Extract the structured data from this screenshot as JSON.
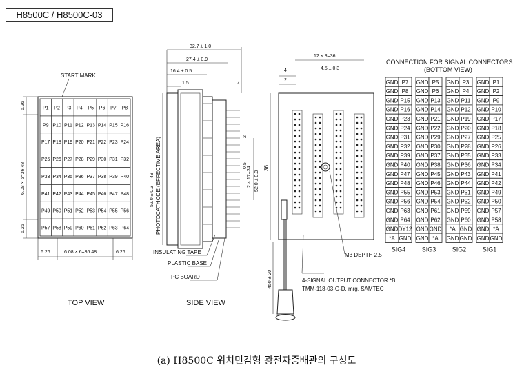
{
  "title": "H8500C / H8500C-03",
  "top_view": {
    "start_mark": "START MARK",
    "pixels": [
      [
        "P1",
        "P2",
        "P3",
        "P4",
        "P5",
        "P6",
        "P7",
        "P8"
      ],
      [
        "P9",
        "P10",
        "P11",
        "P12",
        "P13",
        "P14",
        "P15",
        "P16"
      ],
      [
        "P17",
        "P18",
        "P19",
        "P20",
        "P21",
        "P22",
        "P23",
        "P24"
      ],
      [
        "P25",
        "P26",
        "P27",
        "P28",
        "P29",
        "P30",
        "P31",
        "P32"
      ],
      [
        "P33",
        "P34",
        "P35",
        "P36",
        "P37",
        "P38",
        "P39",
        "P40"
      ],
      [
        "P41",
        "P42",
        "P43",
        "P44",
        "P45",
        "P46",
        "P47",
        "P48"
      ],
      [
        "P49",
        "P50",
        "P51",
        "P52",
        "P53",
        "P54",
        "P55",
        "P56"
      ],
      [
        "P57",
        "P58",
        "P59",
        "P60",
        "P61",
        "P62",
        "P63",
        "P64"
      ]
    ],
    "dim_left_top": "6.26",
    "dim_left_mid": "6.08 × 6=36.48",
    "dim_left_bot": "6.26",
    "dim_bottom_left": "6.26",
    "dim_bottom_mid": "6.08 × 6=36.48",
    "dim_bottom_right": "6.26",
    "label": "TOP VIEW"
  },
  "side_view": {
    "dim_total": "32.7 ± 1.0",
    "dim_mid": "27.4 ± 0.9",
    "dim_small": "16.4 ± 0.5",
    "dim_15": "1.5",
    "dim_4": "4",
    "dim_2": "2",
    "dim_05": "0.5",
    "dim_pitch": "2 × 17=34",
    "dim_52": "52.0 ± 0.3",
    "dim_49": "49",
    "photocathode": "PHOTOCATHODE (EFFECTIVE AREA)",
    "dim_52b": "52.0 ± 0.3",
    "insulating_tape": "INSULATING TAPE",
    "plastic_base": "PLASTIC BASE",
    "pc_board": "PC BOARD",
    "label": "SIDE VIEW"
  },
  "bottom_view": {
    "dim_12x3": "12 × 3=36",
    "dim_45": "4.5 ± 0.3",
    "dim_4": "4",
    "dim_2": "2",
    "dim_36": "36",
    "dim_450": "450 ± 20",
    "m3": "M3 DEPTH 2.5",
    "connector": "4-SIGNAL OUTPUT CONNECTOR *B",
    "connector_model": "TMM-118-03-G-D, mrg. SAMTEC"
  },
  "connection_table": {
    "title1": "CONNECTION FOR SIGNAL CONNECTORS",
    "title2": "(BOTTOM VIEW)",
    "sig4": [
      [
        "GND",
        "P7"
      ],
      [
        "GND",
        "P8"
      ],
      [
        "GND",
        "P15"
      ],
      [
        "GND",
        "P16"
      ],
      [
        "GND",
        "P23"
      ],
      [
        "GND",
        "P24"
      ],
      [
        "GND",
        "P31"
      ],
      [
        "GND",
        "P32"
      ],
      [
        "GND",
        "P39"
      ],
      [
        "GND",
        "P40"
      ],
      [
        "GND",
        "P47"
      ],
      [
        "GND",
        "P48"
      ],
      [
        "GND",
        "P55"
      ],
      [
        "GND",
        "P56"
      ],
      [
        "GND",
        "P63"
      ],
      [
        "GND",
        "P64"
      ],
      [
        "GND",
        "DY12"
      ],
      [
        "*A",
        "GND"
      ]
    ],
    "sig3": [
      [
        "GND",
        "P5"
      ],
      [
        "GND",
        "P6"
      ],
      [
        "GND",
        "P13"
      ],
      [
        "GND",
        "P14"
      ],
      [
        "GND",
        "P21"
      ],
      [
        "GND",
        "P22"
      ],
      [
        "GND",
        "P29"
      ],
      [
        "GND",
        "P30"
      ],
      [
        "GND",
        "P37"
      ],
      [
        "GND",
        "P38"
      ],
      [
        "GND",
        "P45"
      ],
      [
        "GND",
        "P46"
      ],
      [
        "GND",
        "P53"
      ],
      [
        "GND",
        "P54"
      ],
      [
        "GND",
        "P61"
      ],
      [
        "GND",
        "P62"
      ],
      [
        "GND",
        "GND"
      ],
      [
        "GND",
        "*A"
      ]
    ],
    "sig2": [
      [
        "GND",
        "P3"
      ],
      [
        "GND",
        "P4"
      ],
      [
        "GND",
        "P11"
      ],
      [
        "GND",
        "P12"
      ],
      [
        "GND",
        "P19"
      ],
      [
        "GND",
        "P20"
      ],
      [
        "GND",
        "P27"
      ],
      [
        "GND",
        "P28"
      ],
      [
        "GND",
        "P35"
      ],
      [
        "GND",
        "P36"
      ],
      [
        "GND",
        "P43"
      ],
      [
        "GND",
        "P44"
      ],
      [
        "GND",
        "P51"
      ],
      [
        "GND",
        "P52"
      ],
      [
        "GND",
        "P59"
      ],
      [
        "GND",
        "P60"
      ],
      [
        "*A",
        "GND"
      ],
      [
        "GND",
        "GND"
      ]
    ],
    "sig1": [
      [
        "GND",
        "P1"
      ],
      [
        "GND",
        "P2"
      ],
      [
        "GND",
        "P9"
      ],
      [
        "GND",
        "P10"
      ],
      [
        "GND",
        "P17"
      ],
      [
        "GND",
        "P18"
      ],
      [
        "GND",
        "P25"
      ],
      [
        "GND",
        "P26"
      ],
      [
        "GND",
        "P33"
      ],
      [
        "GND",
        "P34"
      ],
      [
        "GND",
        "P41"
      ],
      [
        "GND",
        "P42"
      ],
      [
        "GND",
        "P49"
      ],
      [
        "GND",
        "P50"
      ],
      [
        "GND",
        "P57"
      ],
      [
        "GND",
        "P58"
      ],
      [
        "GND",
        "*A"
      ],
      [
        "GND",
        "GND"
      ]
    ],
    "sig_labels": [
      "SIG4",
      "SIG3",
      "SIG2",
      "SIG1"
    ]
  },
  "caption": "(a) H8500C 위치민감형 광전자증배관의 구성도"
}
